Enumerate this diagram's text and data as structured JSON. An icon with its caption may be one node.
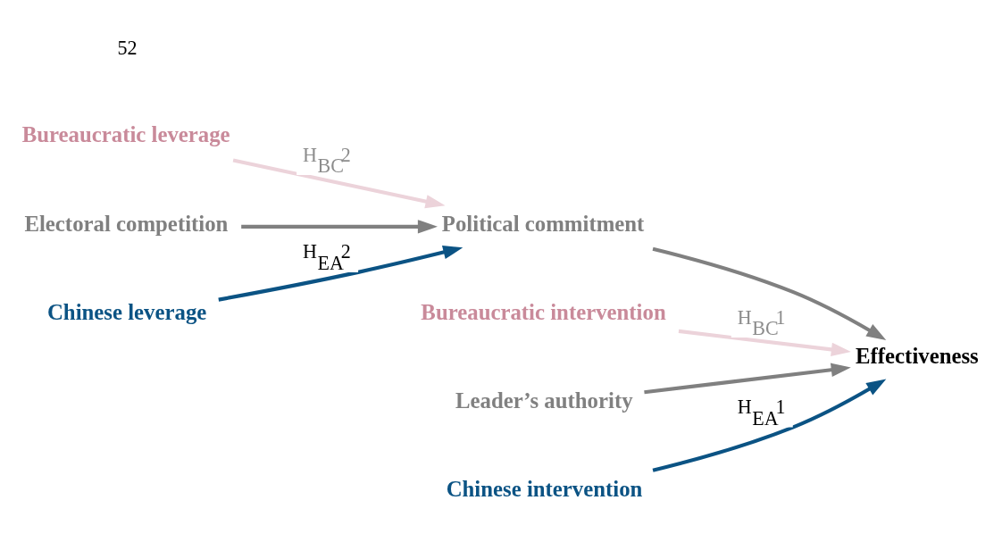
{
  "diagram": {
    "nodes": [
      {
        "text": [
          "Bureaucratic leverage"
        ]
      },
      {
        "text": [
          "Bureaucratic intervention"
        ]
      },
      {
        "text": [
          "Electoral competition"
        ]
      },
      {
        "text": [
          "Political commitment"
        ]
      },
      {
        "text": [
          "Leader’s authority"
        ]
      },
      {
        "text": [
          "Effectiveness"
        ]
      },
      {
        "text": [
          "Chinese leverage"
        ]
      },
      {
        "text": [
          "Chinese intervention"
        ]
      }
    ],
    "edges": [
      {
        "from": 0,
        "to": 3,
        "arrow": "to",
        "label": "H$_{BC}$2",
        "color": "#ecd3da"
      },
      {
        "from": 2,
        "to": 3,
        "arrow": "to"
      },
      {
        "from": 6,
        "to": 3,
        "arrow": "to",
        "label": "H$_{EA}$2",
        "color": "#0b5384"
      },
      {
        "from": 3,
        "to": 5,
        "arrow": "to"
      },
      {
        "from": 4,
        "to": 5,
        "arrow": "to"
      },
      {
        "from": 1,
        "to": 5,
        "arrow": "to",
        "label": "H$_{BC}$1",
        "color": "#ecd3da"
      },
      {
        "from": 7,
        "to": 5,
        "arrow": "to",
        "label": "H$_{EA}$1",
        "color": "#0b5384"
      }
    ],
    "labels": [
      "52"
    ]
  }
}
